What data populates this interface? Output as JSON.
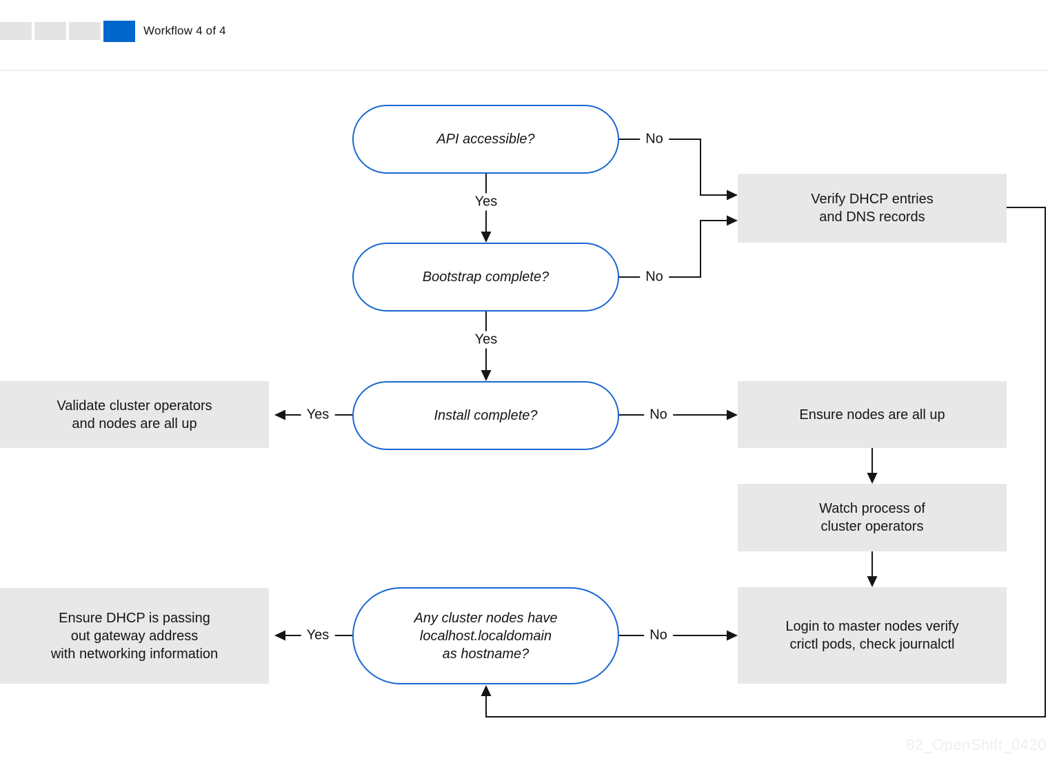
{
  "header": {
    "workflow_label": "Workflow 4 of 4",
    "progress": {
      "total": 4,
      "current": 4
    }
  },
  "colors": {
    "accent_blue": "#0066cc",
    "decision_border_blue": "#1767d2",
    "process_box_gray": "#e8e8e8",
    "line_color": "#151515",
    "watermark_gray": "#efefef"
  },
  "nodes": {
    "decisions": {
      "api": {
        "label": "API accessible?"
      },
      "bootstrap": {
        "label": "Bootstrap complete?"
      },
      "install": {
        "label": "Install complete?"
      },
      "hostname": {
        "label": "Any cluster nodes have\nlocalhost.localdomain\nas hostname?"
      }
    },
    "processes": {
      "verify_dhcp": {
        "label": "Verify DHCP entries\nand DNS records"
      },
      "validate_cluster": {
        "label": "Validate cluster operators\nand nodes are all up"
      },
      "ensure_nodes": {
        "label": "Ensure nodes are all up"
      },
      "watch_operators": {
        "label": "Watch process of\ncluster operators"
      },
      "ensure_dhcp": {
        "label": "Ensure DHCP is passing\nout gateway address\nwith networking information"
      },
      "login_master": {
        "label": "Login to master nodes verify\ncrictl pods, check journalctl"
      }
    }
  },
  "edges": {
    "api_yes": "Yes",
    "api_no": "No",
    "bootstrap_yes": "Yes",
    "bootstrap_no": "No",
    "install_yes": "Yes",
    "install_no": "No",
    "hostname_yes": "Yes",
    "hostname_no": "No"
  },
  "watermark": "82_OpenShift_0420"
}
